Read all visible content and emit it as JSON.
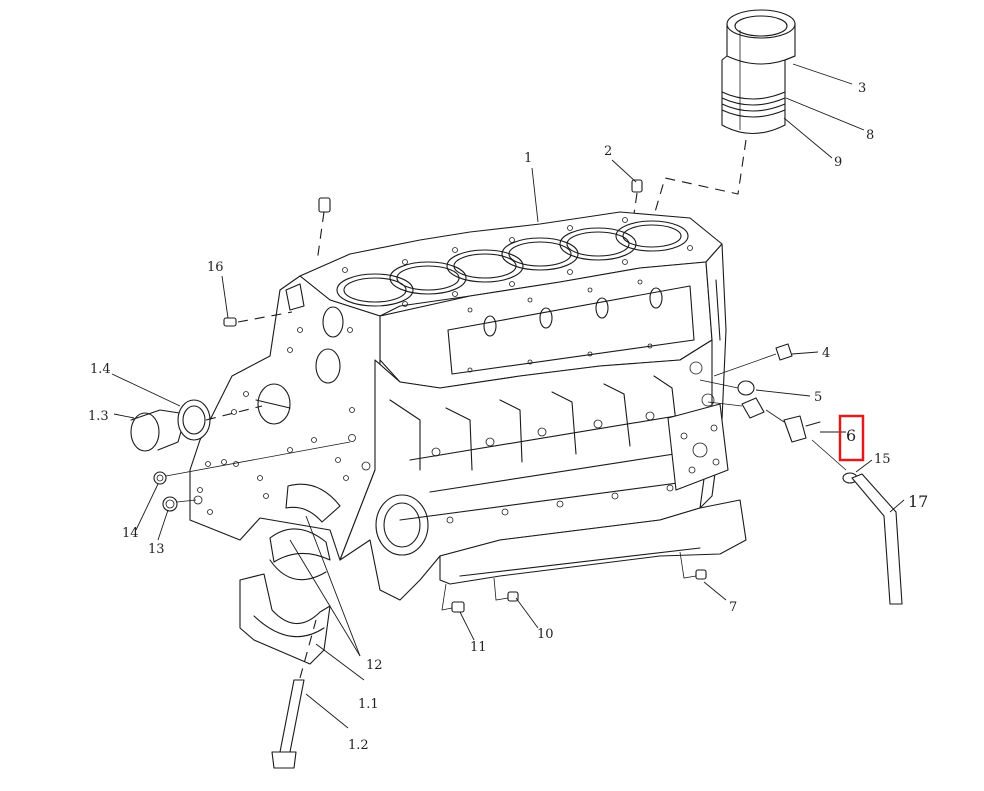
{
  "diagram": {
    "callouts": {
      "c1": "1",
      "c2": "2",
      "c3": "3",
      "c4": "4",
      "c5": "5",
      "c6": "6",
      "c7": "7",
      "c8": "8",
      "c9": "9",
      "c10": "10",
      "c11": "11",
      "c12": "12",
      "c13": "13",
      "c14": "14",
      "c15": "15",
      "c16": "16",
      "c17": "17",
      "c1_1": "1.1",
      "c1_2": "1.2",
      "c1_3": "1.3",
      "c1_4": "1.4"
    },
    "highlight": {
      "target": "6",
      "color": "#e01b1b"
    },
    "line_color": "#1a1a1a"
  }
}
